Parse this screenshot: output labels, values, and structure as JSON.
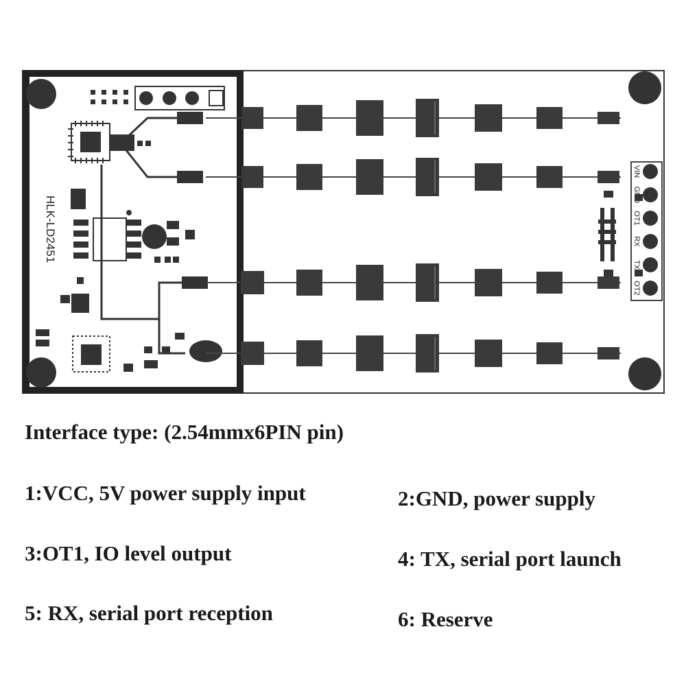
{
  "board": {
    "model_label": "HLK-LD2451",
    "pin_labels": [
      "VIN",
      "GND",
      "OT1",
      "RX",
      "TX",
      "OT2"
    ],
    "colors": {
      "ink": "#1a1a1a",
      "pad": "#3a3a3a",
      "trace": "#444444",
      "board_fill": "#ffffff"
    }
  },
  "interface": {
    "title": "Interface type: (2.54mmx6PIN pin)",
    "pins": [
      {
        "text": "1:VCC, 5V power supply input"
      },
      {
        "text": "2:GND, power supply"
      },
      {
        "text": "3:OT1, IO level output"
      },
      {
        "text": "4: TX, serial port launch"
      },
      {
        "text": "5: RX, serial port reception"
      },
      {
        "text": "6: Reserve"
      }
    ]
  }
}
